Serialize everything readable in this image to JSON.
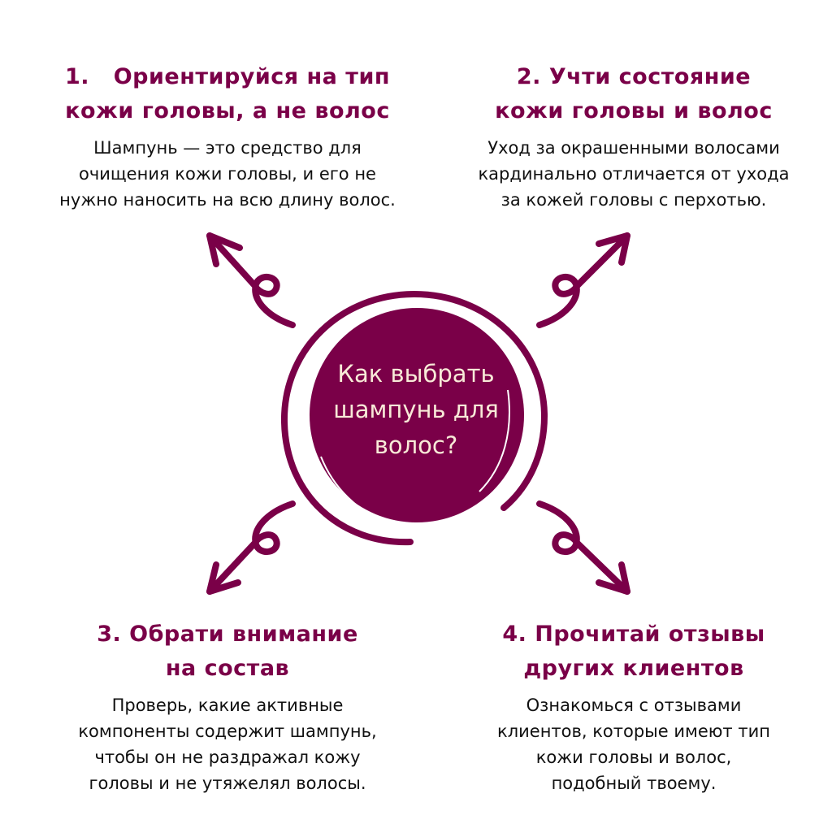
{
  "center": {
    "lines": [
      "Как выбрать",
      "шампунь для",
      "волос?"
    ],
    "fill_color": "#7a0048",
    "text_color": "#f8ead8"
  },
  "tips": [
    {
      "title_lines": [
        "1.   Ориентируйся на тип",
        "кожи головы, а не волос"
      ],
      "desc_lines": [
        "Шампунь — это средство для",
        "очищения кожи головы, и его не",
        "нужно наносить на всю длину волос."
      ]
    },
    {
      "title_lines": [
        "2. Учти состояние",
        "кожи головы и волос"
      ],
      "desc_lines": [
        "Уход за окрашенными волосами",
        "кардинально отличается от ухода",
        "за кожей головы с перхотью."
      ]
    },
    {
      "title_lines": [
        "3. Обрати внимание",
        "на состав"
      ],
      "desc_lines": [
        "Проверь, какие активные",
        "компоненты содержит шампунь,",
        "чтобы он не раздражал кожу",
        "головы и не утяжелял волосы."
      ]
    },
    {
      "title_lines": [
        "4. Прочитай отзывы",
        "других клиентов"
      ],
      "desc_lines": [
        "Ознакомься с отзывами",
        "клиентов, которые имеют тип",
        "кожи головы и волос,",
        "подобный твоему."
      ]
    }
  ],
  "colors": {
    "accent": "#7a0048",
    "body_text": "#111111",
    "background": "#ffffff"
  },
  "icons": [
    "arrow-up-left-icon",
    "arrow-up-right-icon",
    "arrow-down-left-icon",
    "arrow-down-right-icon"
  ]
}
